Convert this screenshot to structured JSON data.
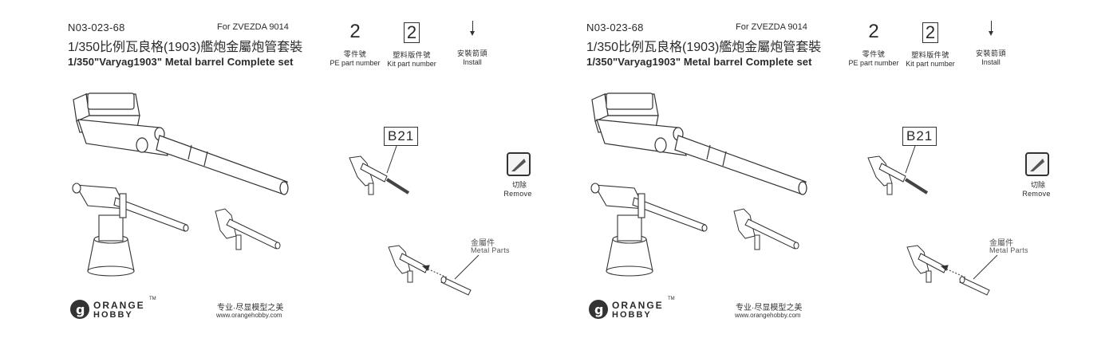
{
  "panels": [
    {
      "code": "N03-023-68",
      "for_kit": "For ZVEZDA 9014",
      "title_cn": "1/350比例瓦良格(1903)艦炮金屬炮管套裝",
      "title_en": "1/350\"Varyag1903\" Metal barrel Complete set",
      "legend": {
        "pe_number": "2",
        "pe_label_cn": "零件號",
        "pe_label_en": "PE part number",
        "kit_number": "2",
        "kit_label_cn": "塑料版件號",
        "kit_label_en": "Kit part number",
        "install_label_cn": "安裝箭頭",
        "install_label_en": "Install"
      },
      "callout_part": "B21",
      "remove_cn": "切除",
      "remove_en": "Remove",
      "metal_cn": "金屬件",
      "metal_en": "Metal Parts",
      "brand_line1": "ORANGE",
      "brand_line2": "HOBBY",
      "brand_tm": "TM",
      "slogan": "专业·尽显模型之美",
      "url": "www.orangehobby.com"
    },
    {
      "code": "N03-023-68",
      "for_kit": "For ZVEZDA 9014",
      "title_cn": "1/350比例瓦良格(1903)艦炮金屬炮管套裝",
      "title_en": "1/350\"Varyag1903\" Metal barrel Complete set",
      "legend": {
        "pe_number": "2",
        "pe_label_cn": "零件號",
        "pe_label_en": "PE part number",
        "kit_number": "2",
        "kit_label_cn": "塑料版件號",
        "kit_label_en": "Kit part number",
        "install_label_cn": "安裝箭頭",
        "install_label_en": "Install"
      },
      "callout_part": "B21",
      "remove_cn": "切除",
      "remove_en": "Remove",
      "metal_cn": "金屬件",
      "metal_en": "Metal Parts",
      "brand_line1": "ORANGE",
      "brand_line2": "HOBBY",
      "brand_tm": "TM",
      "slogan": "专业·尽显模型之美",
      "url": "www.orangehobby.com"
    }
  ]
}
